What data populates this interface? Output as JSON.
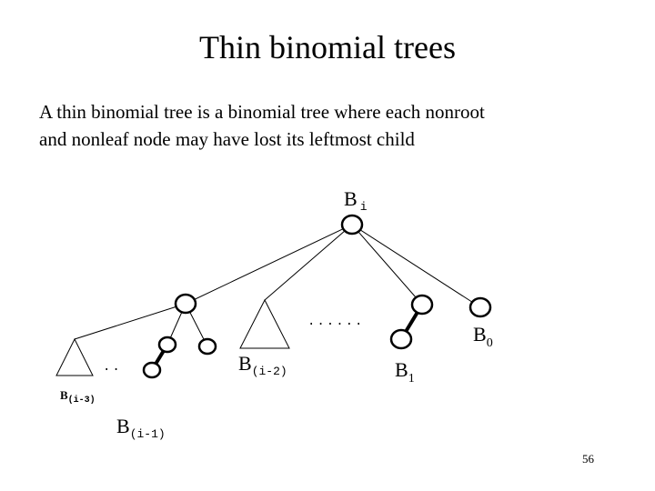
{
  "slide": {
    "title": "Thin binomial trees",
    "body_lines": [
      "A thin binomial tree is a binomial tree where each nonroot",
      "and nonleaf node may have lost its leftmost child"
    ],
    "page_number": "56"
  },
  "diagram": {
    "root": {
      "letter": "B",
      "subscript": "i"
    },
    "ellipsis_middle": "......",
    "ellipsis_left": "..",
    "labels": [
      {
        "letter": "B",
        "subscript": "(i-3)"
      },
      {
        "letter": "B",
        "subscript": "(i-1)"
      },
      {
        "letter": "B",
        "subscript": "(i-2)"
      },
      {
        "letter": "B",
        "subscript": "1"
      },
      {
        "letter": "B",
        "subscript": "0"
      }
    ]
  },
  "colors": {
    "stroke": "#000000",
    "background": "#ffffff"
  }
}
